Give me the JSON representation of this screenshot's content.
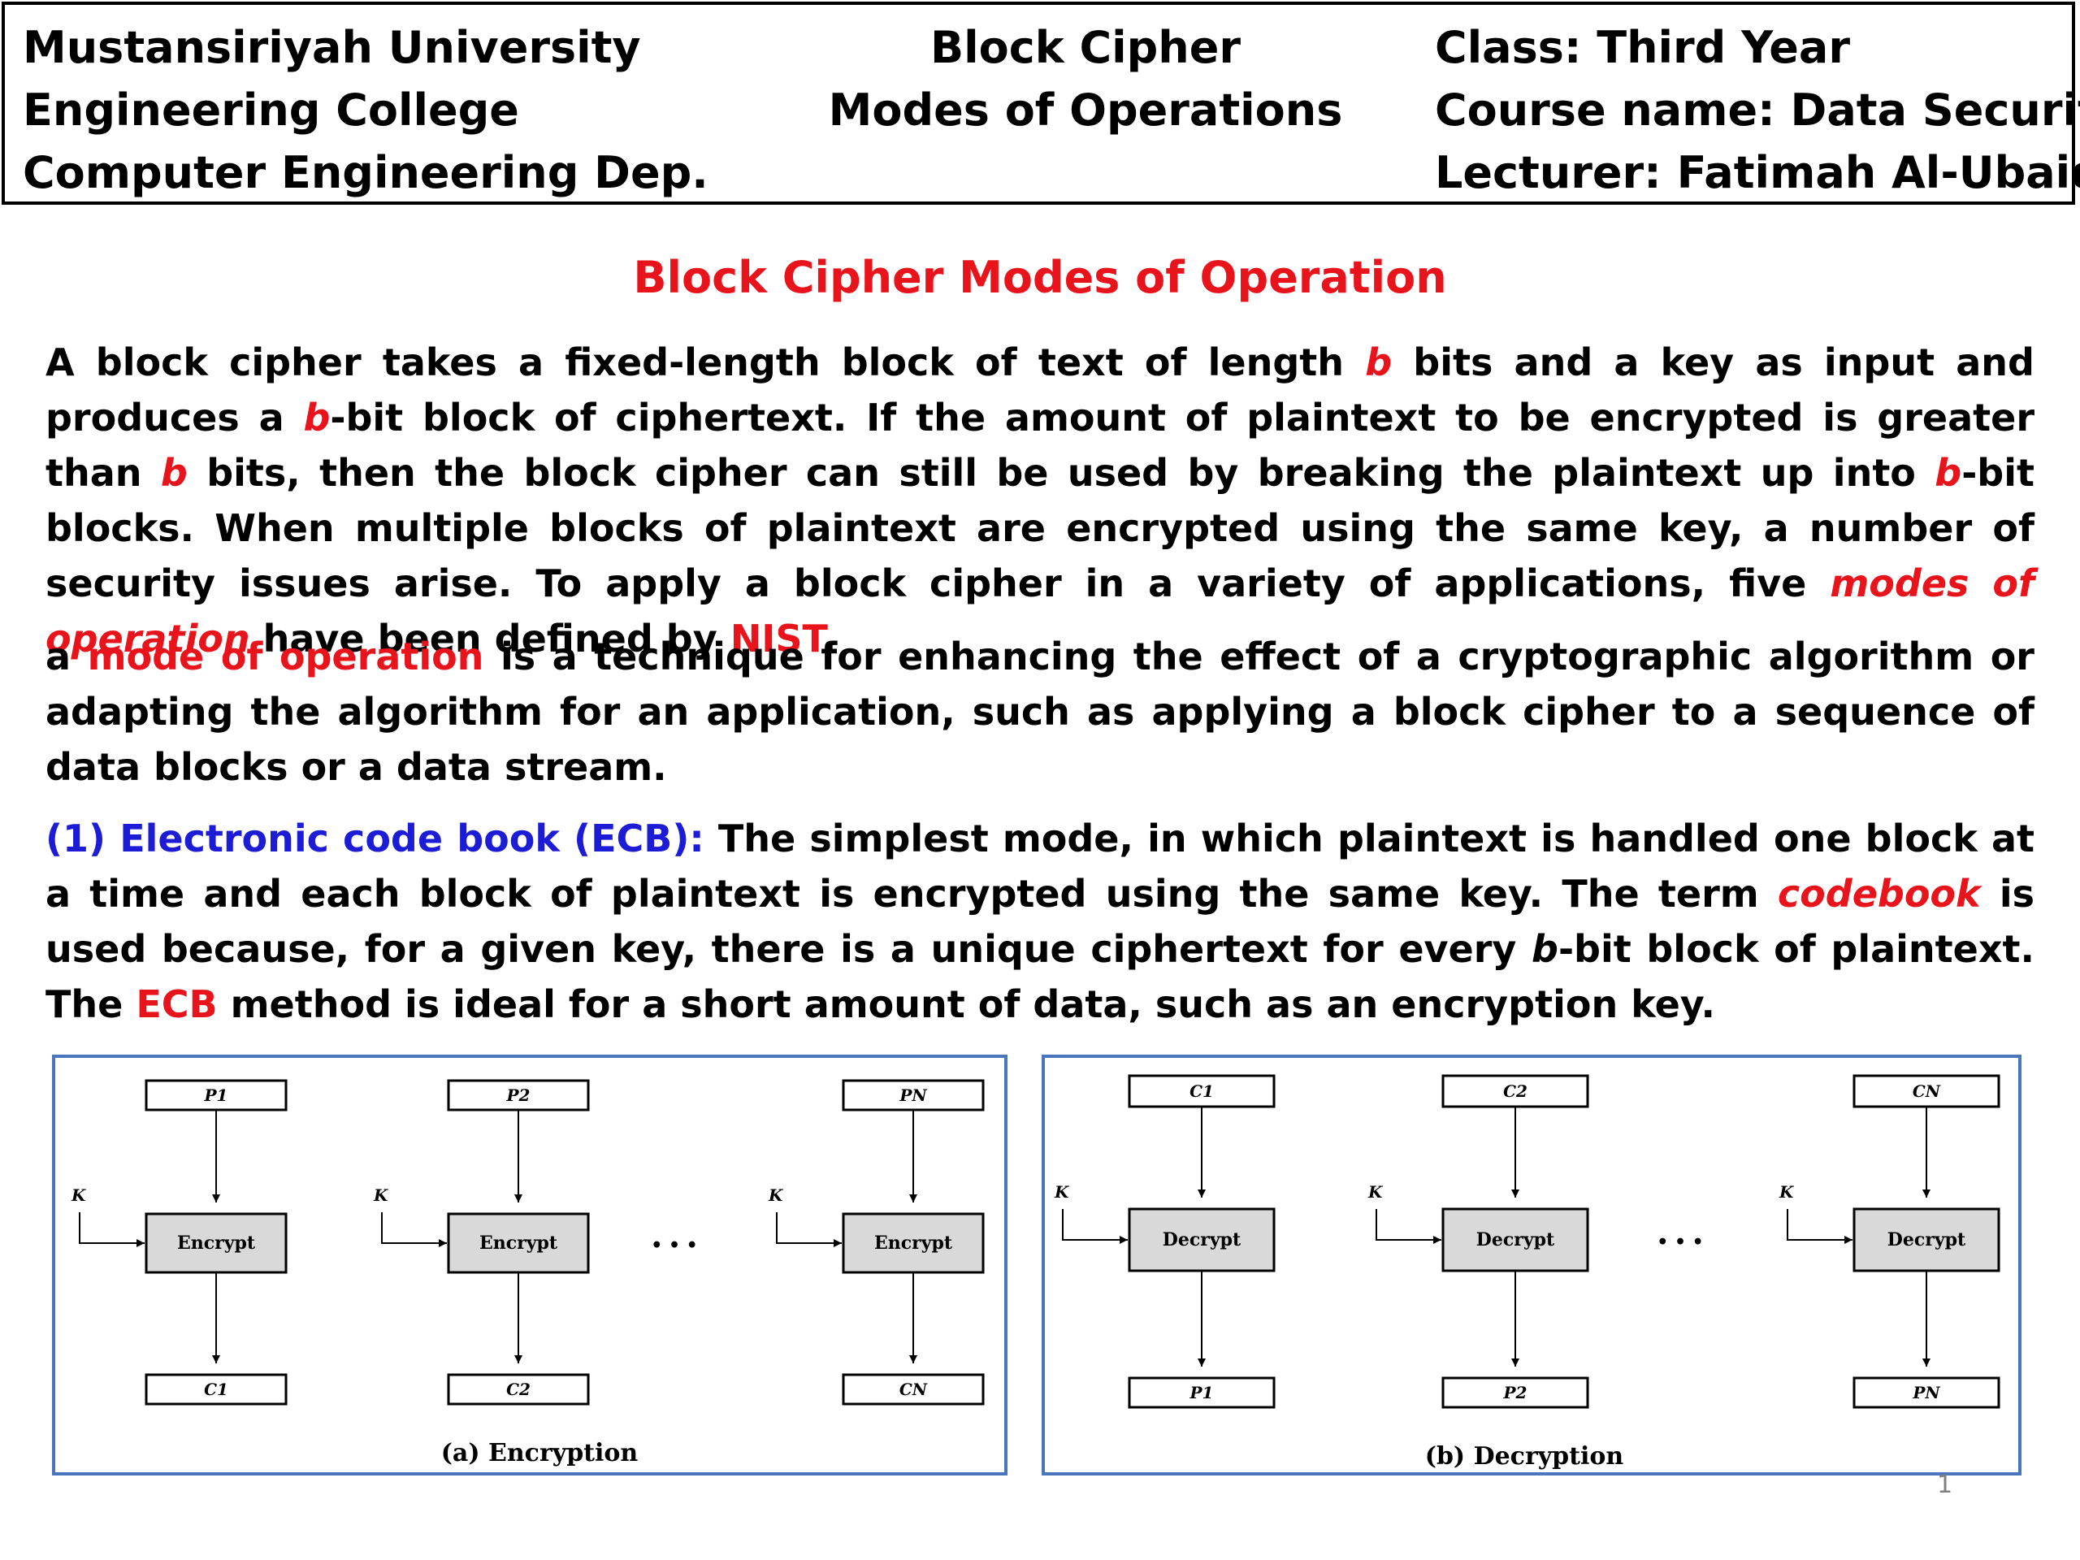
{
  "header": {
    "left": [
      "Mustansiriyah University",
      "Engineering College",
      "Computer Engineering Dep."
    ],
    "center": [
      "Block Cipher",
      "Modes of Operations"
    ],
    "right": [
      "Class: Third Year",
      "Course name: Data Security",
      "Lecturer: Fatimah Al-Ubaidy"
    ]
  },
  "title": "Block Cipher Modes of Operation",
  "p1": {
    "t1": "A block cipher takes a fixed-length block of text of length ",
    "b1": "b",
    "t2": " bits and a key as input and produces a ",
    "b2": "b",
    "t3": "-bit block of ciphertext. If the amount of plaintext to be encrypted is greater than ",
    "b3": "b",
    "t4": " bits, then the block cipher can still be used by breaking the plaintext up into ",
    "b4": "b",
    "t5": "-bit blocks. When multiple blocks of plaintext are encrypted using the same key, a number of security issues arise. To apply a block cipher in a variety of applications, five ",
    "modes": "modes of operation",
    "t6": " have been defined by ",
    "nist": "NIST",
    "t7": "."
  },
  "p2": {
    "t1": "a ",
    "term": "mode of operation",
    "t2": " is a technique for enhancing the effect of a cryptographic algorithm or adapting the algorithm for an application, such as applying a block cipher to a sequence of data blocks or a data stream."
  },
  "p3": {
    "heading": "(1) Electronic code book (ECB):",
    "t1": " The simplest mode, in which plaintext is handled one block at a time and each block of plaintext is encrypted using the same key. The term ",
    "codebook": "codebook",
    "t2": " is used because, for a given key, there is a unique ciphertext for every ",
    "b": "b",
    "t3": "-bit block of plaintext. The ",
    "ecb": "ECB",
    "t4": " method is ideal for a short amount of data, such as an encryption key."
  },
  "figure_enc": {
    "inputs": [
      "P1",
      "P2",
      "PN"
    ],
    "key": "K",
    "op": "Encrypt",
    "outputs": [
      "C1",
      "C2",
      "CN"
    ],
    "ellipsis": "• • •",
    "caption": "(a) Encryption"
  },
  "figure_dec": {
    "inputs": [
      "C1",
      "C2",
      "CN"
    ],
    "key": "K",
    "op": "Decrypt",
    "outputs": [
      "P1",
      "P2",
      "PN"
    ],
    "ellipsis": "• • •",
    "caption": "(b) Decryption"
  },
  "page_number": "1",
  "colors": {
    "accent_red": "#e8131b",
    "accent_blue": "#1c1cd6",
    "figure_border": "#4a76bd",
    "block_fill": "#d9d9d9"
  }
}
